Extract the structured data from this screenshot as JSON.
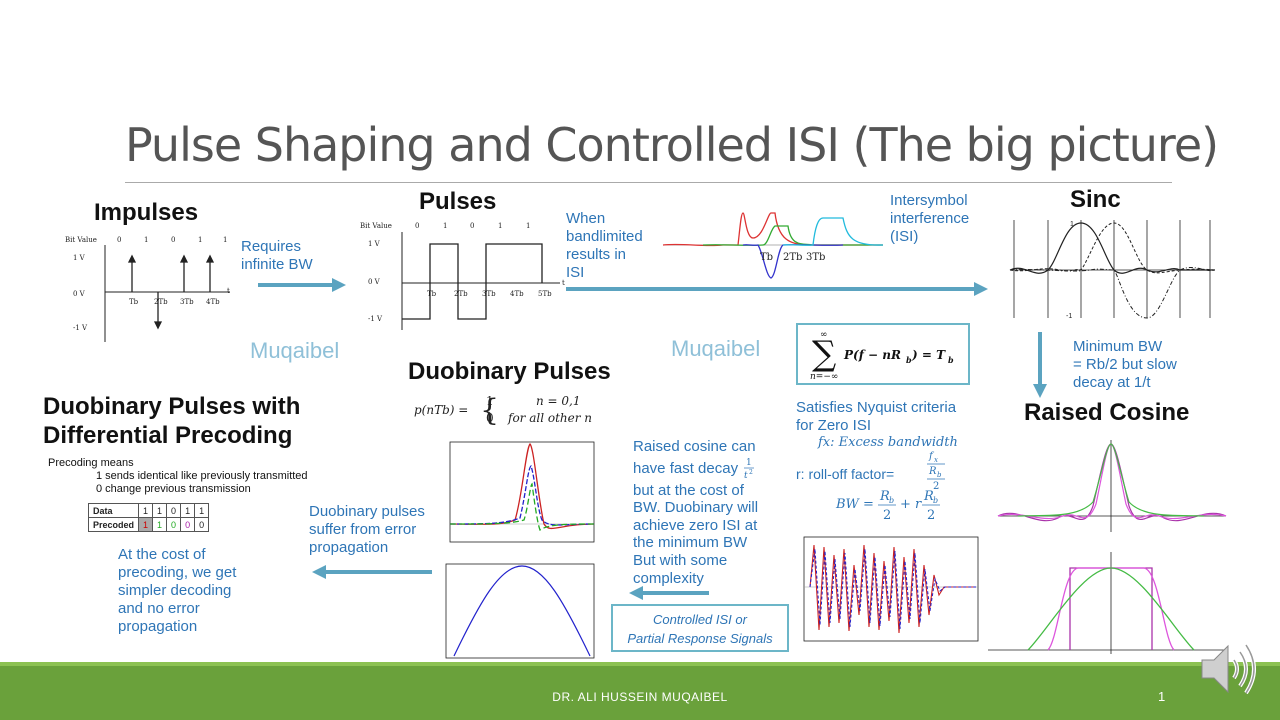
{
  "title": "Pulse Shaping and Controlled ISI (The big picture)",
  "headings": {
    "impulses": "Impulses",
    "pulses": "Pulses",
    "sinc": "Sinc",
    "raised_cosine": "Raised Cosine",
    "duobinary": "Duobinary Pulses",
    "duobinary_precoding_line1": "Duobinary Pulses with",
    "duobinary_precoding_line2": "Differential Precoding"
  },
  "impulse_plot": {
    "bit_value_label": "Bit Value",
    "bits": [
      "0",
      "1",
      "0",
      "1",
      "1"
    ],
    "levels": [
      "1 V",
      "0 V",
      "-1 V"
    ],
    "time_ticks": [
      "Tb",
      "2Tb",
      "3Tb",
      "4Tb"
    ],
    "axis_t": "t"
  },
  "pulse_plot": {
    "bit_value_label": "Bit Value",
    "bits": [
      "0",
      "1",
      "0",
      "1",
      "1"
    ],
    "levels": [
      "1 V",
      "0 V",
      "-1 V"
    ],
    "time_ticks": [
      "Tb",
      "2Tb",
      "3Tb",
      "4Tb",
      "5Tb"
    ],
    "axis_t": "t"
  },
  "notes": {
    "requires_line1": "Requires",
    "requires_line2": "infinite BW",
    "bandlimited_line1": "When",
    "bandlimited_line2": "bandlimited",
    "bandlimited_line3": "results in",
    "bandlimited_line4": "ISI",
    "isi_line1": "Intersymbol",
    "isi_line2": "interference",
    "isi_line3": "(ISI)",
    "min_bw_line1": "Minimum BW",
    "min_bw_line2": "= Rb/2 but slow",
    "min_bw_line3": "decay at 1/t",
    "nyquist_line1": "Satisfies Nyquist criteria",
    "nyquist_line2": "for Zero ISI",
    "excess_bw": "fx: Excess bandwidth",
    "rolloff": "r: roll-off factor=",
    "raised_cos_line1": "Raised cosine can",
    "raised_cos_line2": "have fast decay",
    "raised_cos_line3": "but at the cost of",
    "raised_cos_line4": "BW. Duobinary will",
    "raised_cos_line5": "achieve zero ISI at",
    "raised_cos_line6": "the minimum BW",
    "raised_cos_line7": "But with some",
    "raised_cos_line8": "complexity",
    "duo_err_line1": "Duobinary pulses",
    "duo_err_line2": "suffer from error",
    "duo_err_line3": "propagation",
    "precoding_cost_line1": "At the cost of",
    "precoding_cost_line2": "precoding, we get",
    "precoding_cost_line3": "simpler decoding",
    "precoding_cost_line4": "and no error",
    "precoding_cost_line5": "propagation",
    "controlled_line1": "Controlled ISI or",
    "controlled_line2": "Partial Response Signals"
  },
  "isi_ticks": [
    "Tb",
    "2Tb",
    "3Tb"
  ],
  "sinc_axis": {
    "y_top": "1",
    "y_bottom": "-1"
  },
  "precoding": {
    "intro": "Precoding means",
    "rule1": "1 sends identical like previously transmitted",
    "rule0": "0 change previous transmission",
    "data_label": "Data",
    "precoded_label": "Precoded",
    "data_values": [
      "1",
      "1",
      "0",
      "1",
      "1"
    ],
    "precoded_values": [
      "1",
      "1",
      "0",
      "0",
      "0"
    ]
  },
  "duobinary_eq": {
    "lhs": "p(nTb) =",
    "case1_value": "1",
    "case1_cond": "n = 0,1",
    "case2_value": "0",
    "case2_cond": "for all other n"
  },
  "watermark": "Muqaibel",
  "footer": {
    "name": "DR. ALI HUSSEIN MUQAIBEL",
    "page": "1"
  },
  "colors": {
    "arrow": "#5ba3c0",
    "text_blue": "#2e75b6",
    "footer_green": "#6aa13b",
    "box_border": "#6cb6c8"
  }
}
